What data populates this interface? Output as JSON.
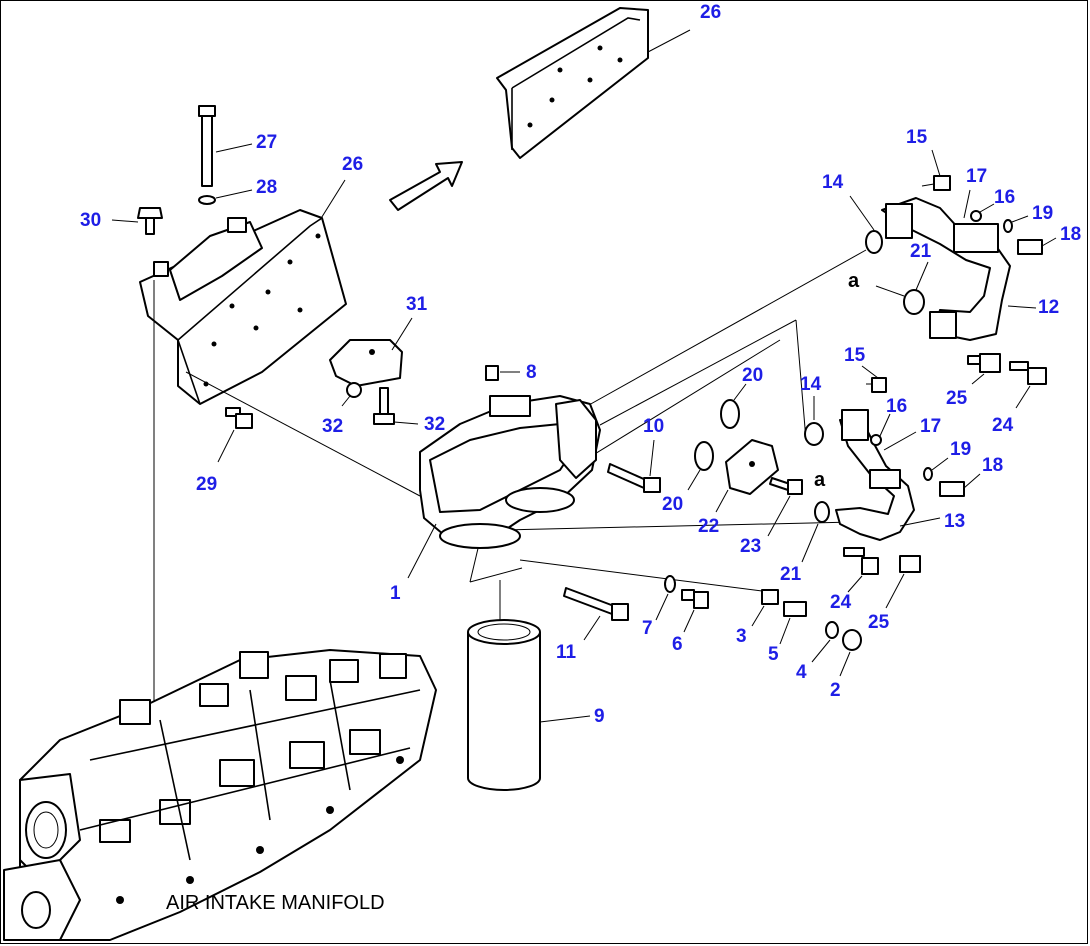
{
  "caption": "AIR INTAKE MANIFOLD",
  "callouts": [
    {
      "id": "c26a",
      "text": "26"
    },
    {
      "id": "c27",
      "text": "27"
    },
    {
      "id": "c26b",
      "text": "26"
    },
    {
      "id": "c28",
      "text": "28"
    },
    {
      "id": "c30",
      "text": "30"
    },
    {
      "id": "c31",
      "text": "31"
    },
    {
      "id": "c32a",
      "text": "32"
    },
    {
      "id": "c32b",
      "text": "32"
    },
    {
      "id": "c29",
      "text": "29"
    },
    {
      "id": "c8",
      "text": "8"
    },
    {
      "id": "c10",
      "text": "10"
    },
    {
      "id": "c1",
      "text": "1"
    },
    {
      "id": "c11",
      "text": "11"
    },
    {
      "id": "c7",
      "text": "7"
    },
    {
      "id": "c6",
      "text": "6"
    },
    {
      "id": "c9",
      "text": "9"
    },
    {
      "id": "c3",
      "text": "3"
    },
    {
      "id": "c5",
      "text": "5"
    },
    {
      "id": "c4",
      "text": "4"
    },
    {
      "id": "c2",
      "text": "2"
    },
    {
      "id": "c20a",
      "text": "20"
    },
    {
      "id": "c20b",
      "text": "20"
    },
    {
      "id": "c22",
      "text": "22"
    },
    {
      "id": "c23",
      "text": "23"
    },
    {
      "id": "c21a",
      "text": "21"
    },
    {
      "id": "c24a",
      "text": "24"
    },
    {
      "id": "c25a",
      "text": "25"
    },
    {
      "id": "c13",
      "text": "13"
    },
    {
      "id": "c18a",
      "text": "18"
    },
    {
      "id": "c19a",
      "text": "19"
    },
    {
      "id": "c17a",
      "text": "17"
    },
    {
      "id": "c16a",
      "text": "16"
    },
    {
      "id": "c15a",
      "text": "15"
    },
    {
      "id": "c14a",
      "text": "14"
    },
    {
      "id": "c24b",
      "text": "24"
    },
    {
      "id": "c25b",
      "text": "25"
    },
    {
      "id": "c12",
      "text": "12"
    },
    {
      "id": "c21b",
      "text": "21"
    },
    {
      "id": "c18b",
      "text": "18"
    },
    {
      "id": "c19b",
      "text": "19"
    },
    {
      "id": "c16b",
      "text": "16"
    },
    {
      "id": "c17b",
      "text": "17"
    },
    {
      "id": "c15b",
      "text": "15"
    },
    {
      "id": "c14b",
      "text": "14"
    }
  ],
  "markers": [
    {
      "id": "ma1",
      "text": "a"
    },
    {
      "id": "ma2",
      "text": "a"
    }
  ]
}
